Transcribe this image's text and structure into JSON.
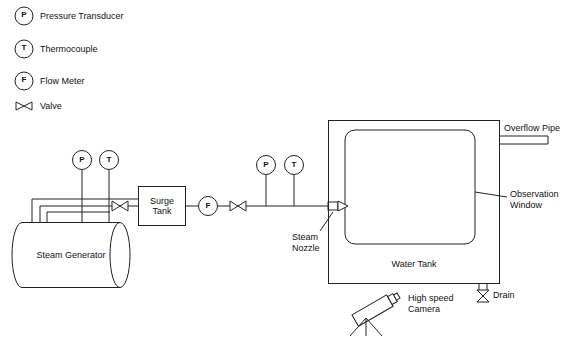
{
  "diagram": {
    "nodes": [
      {
        "text": [
          "Steam Generator"
        ]
      },
      {
        "text": [
          "P"
        ]
      },
      {
        "text": [
          "T"
        ]
      },
      {
        "text": [
          "Surge Tank"
        ]
      },
      {
        "text": [
          "F"
        ]
      },
      {
        "text": [
          "P"
        ]
      },
      {
        "text": [
          "T"
        ]
      },
      {
        "text": [
          "Water Tank"
        ]
      }
    ],
    "edges": [
      {
        "from": 0,
        "to": 3,
        "arrow": "none"
      },
      {
        "from": 3,
        "to": 4,
        "arrow": "none"
      },
      {
        "from": 4,
        "to": 7,
        "arrow": "none"
      },
      {
        "from": 1,
        "to": 0,
        "arrow": "none"
      },
      {
        "from": 2,
        "to": 0,
        "arrow": "none"
      }
    ],
    "labels": [
      "P",
      "T",
      "F",
      "Overflow Pipe",
      "Observation Window",
      "Steam Nozzle",
      "Drain",
      "High speed Camera"
    ],
    "legend": [
      {
        "text": "Pressure Transducer"
      },
      {
        "text": "Thermocouple"
      },
      {
        "text": "Flow Meter"
      },
      {
        "text": "Valve"
      }
    ]
  }
}
